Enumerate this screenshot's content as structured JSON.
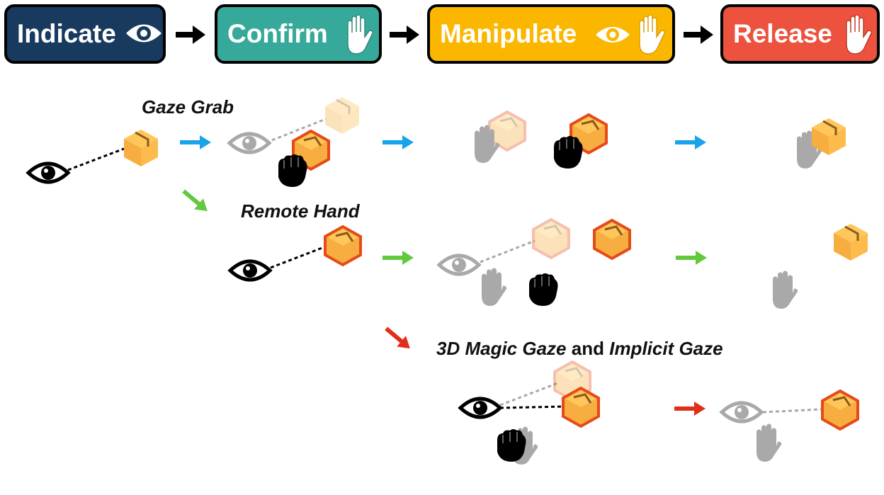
{
  "phases": [
    {
      "label": "Indicate",
      "color": "#173a5e",
      "icons": [
        "eye-icon"
      ]
    },
    {
      "label": "Confirm",
      "color": "#37a99a",
      "icons": [
        "hand-icon"
      ]
    },
    {
      "label": "Manipulate",
      "color": "#fbb700",
      "icons": [
        "eye-icon",
        "hand-icon"
      ]
    },
    {
      "label": "Release",
      "color": "#ec523d",
      "icons": [
        "hand-icon"
      ]
    }
  ],
  "techniques": {
    "gaze_grab": {
      "label": "Gaze Grab",
      "arrow_color": "#19a3ea"
    },
    "remote_hand": {
      "label": "Remote Hand",
      "arrow_color": "#62c93e"
    },
    "magic_gaze": {
      "label_a": "3D Magic Gaze",
      "label_join": "and",
      "label_b": "Implicit Gaze",
      "arrow_color": "#e0301b"
    }
  },
  "colors": {
    "cube_face_top": "#ffc65a",
    "cube_face_left": "#f7ad3f",
    "cube_face_right": "#fdbb4c",
    "cube_outline_selected": "#e64a19",
    "faded_gray": "#a9a9a9",
    "ink": "#000000"
  }
}
